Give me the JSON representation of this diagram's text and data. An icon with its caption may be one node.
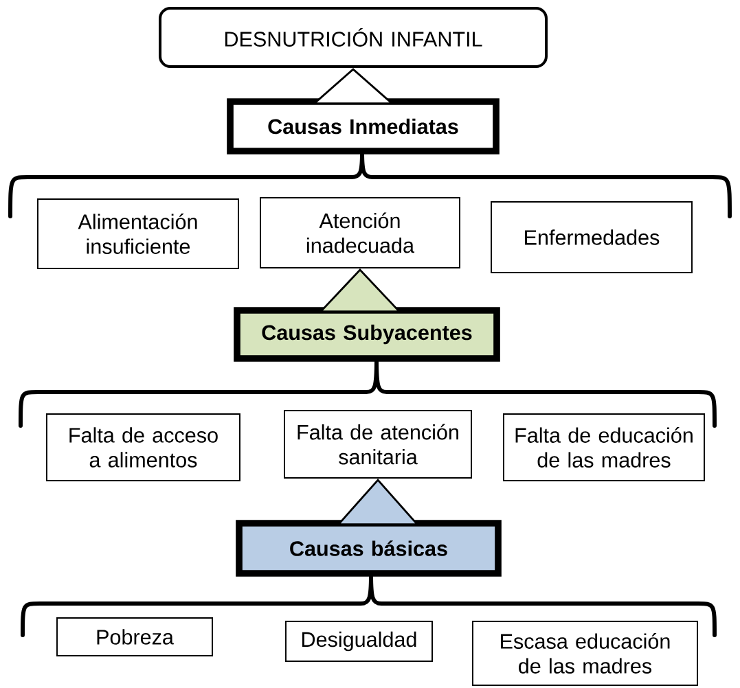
{
  "diagram": {
    "nodes": [
      {
        "text": [
          "DESNUTRICIÓN INFANTIL"
        ]
      },
      {
        "text": [
          "Causas Inmediatas"
        ]
      },
      {
        "text": [
          "Alimentación insuficiente"
        ]
      },
      {
        "text": [
          "Atención inadecuada"
        ]
      },
      {
        "text": [
          "Enfermedades"
        ]
      },
      {
        "text": [
          "Causas Subyacentes"
        ]
      },
      {
        "text": [
          "Falta de acceso a alimentos"
        ]
      },
      {
        "text": [
          "Falta de atención sanitaria"
        ]
      },
      {
        "text": [
          "Falta de educación de las madres"
        ]
      },
      {
        "text": [
          "Causas básicas"
        ]
      },
      {
        "text": [
          "Pobreza"
        ]
      },
      {
        "text": [
          "Desigualdad"
        ]
      },
      {
        "text": [
          "Escasa educación de las madres"
        ]
      }
    ],
    "edges": [
      {
        "from": 1,
        "to": 0,
        "arrow": "to"
      },
      {
        "from": 5,
        "to": 3,
        "arrow": "to"
      },
      {
        "from": 9,
        "to": 7,
        "arrow": "to"
      }
    ]
  }
}
